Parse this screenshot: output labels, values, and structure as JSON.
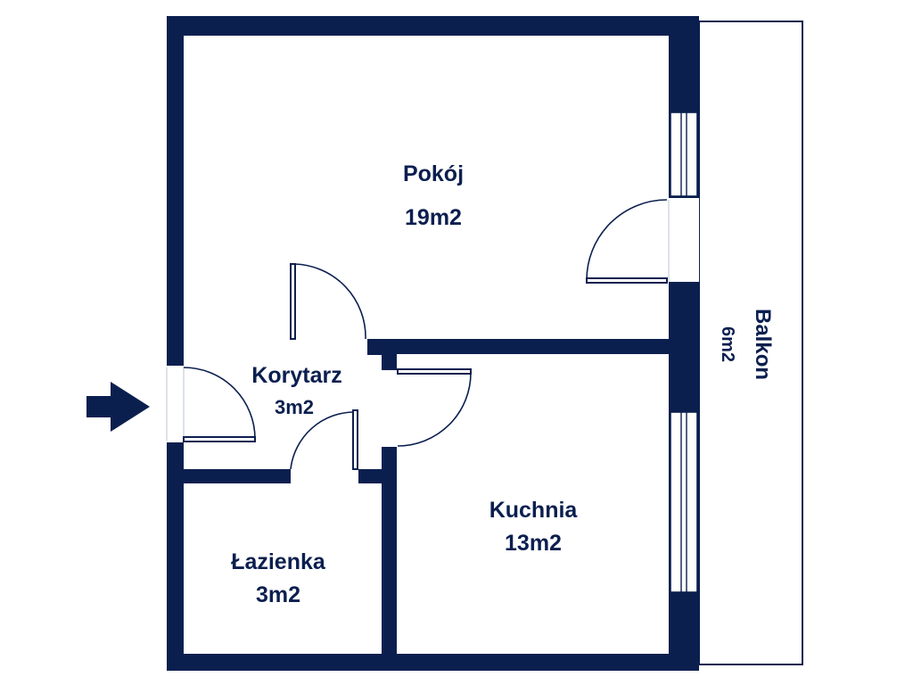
{
  "colors": {
    "wall": "#0b1f4f",
    "background": "#ffffff"
  },
  "rooms": [
    {
      "id": "pokoj",
      "name": "Pokój",
      "area": "19m2"
    },
    {
      "id": "korytarz",
      "name": "Korytarz",
      "area": "3m2"
    },
    {
      "id": "kuchnia",
      "name": "Kuchnia",
      "area": "13m2"
    },
    {
      "id": "lazienka",
      "name": "Łazienka",
      "area": "3m2"
    },
    {
      "id": "balkon",
      "name": "Balkon",
      "area": "6m2"
    }
  ],
  "entrance": {
    "icon": "entrance-arrow-icon"
  }
}
